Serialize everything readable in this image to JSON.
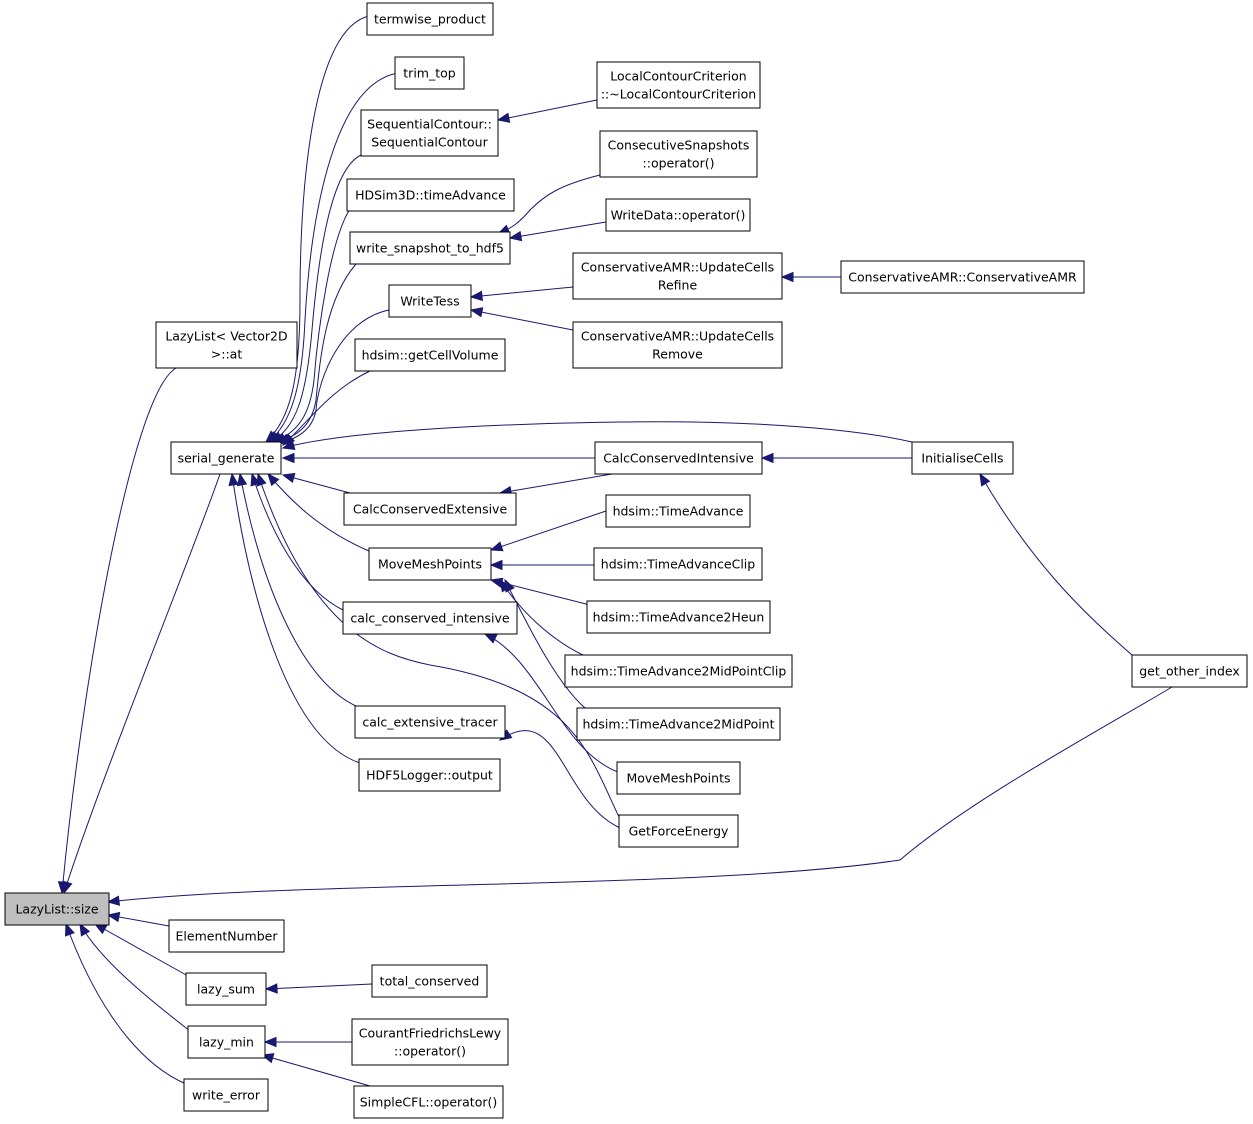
{
  "graph": {
    "root": "LazyList::size",
    "nodes": {
      "size": [
        "LazyList::size"
      ],
      "at": [
        "LazyList< Vector2D",
        ">::at"
      ],
      "sg": [
        "serial_generate"
      ],
      "en": [
        "ElementNumber"
      ],
      "lsum": [
        "lazy_sum"
      ],
      "lmin": [
        "lazy_min"
      ],
      "we": [
        "write_error"
      ],
      "tc": [
        "total_conserved"
      ],
      "cfl": [
        "CourantFriedrichsLewy",
        "::operator()"
      ],
      "scfl": [
        "SimpleCFL::operator()"
      ],
      "tp": [
        "termwise_product"
      ],
      "tt": [
        "trim_top"
      ],
      "sc": [
        "SequentialContour::",
        "SequentialContour"
      ],
      "hd3": [
        "HDSim3D::timeAdvance"
      ],
      "wsh": [
        "write_snapshot_to_hdf5"
      ],
      "wt": [
        "WriteTess"
      ],
      "gcv": [
        "hdsim::getCellVolume"
      ],
      "cce": [
        "CalcConservedExtensive"
      ],
      "mmp": [
        "MoveMeshPoints"
      ],
      "cci": [
        "calc_conserved_intensive"
      ],
      "cet": [
        "calc_extensive_tracer"
      ],
      "h5l": [
        "HDF5Logger::output"
      ],
      "lcc": [
        "LocalContourCriterion",
        "::~LocalContourCriterion"
      ],
      "cso": [
        "ConsecutiveSnapshots",
        "::operator()"
      ],
      "wdo": [
        "WriteData::operator()"
      ],
      "amrr": [
        "ConservativeAMR::UpdateCells",
        "Refine"
      ],
      "amrm": [
        "ConservativeAMR::UpdateCells",
        "Remove"
      ],
      "amrc": [
        "ConservativeAMR::ConservativeAMR"
      ],
      "ccI": [
        "CalcConservedIntensive"
      ],
      "ic": [
        "InitialiseCells"
      ],
      "hta": [
        "hdsim::TimeAdvance"
      ],
      "htac": [
        "hdsim::TimeAdvanceClip"
      ],
      "hta2h": [
        "hdsim::TimeAdvance2Heun"
      ],
      "hta2mc": [
        "hdsim::TimeAdvance2MidPointClip"
      ],
      "hta2m": [
        "hdsim::TimeAdvance2MidPoint"
      ],
      "mmp2": [
        "MoveMeshPoints"
      ],
      "gfe": [
        "GetForceEnergy"
      ],
      "goi": [
        "get_other_index"
      ]
    }
  }
}
